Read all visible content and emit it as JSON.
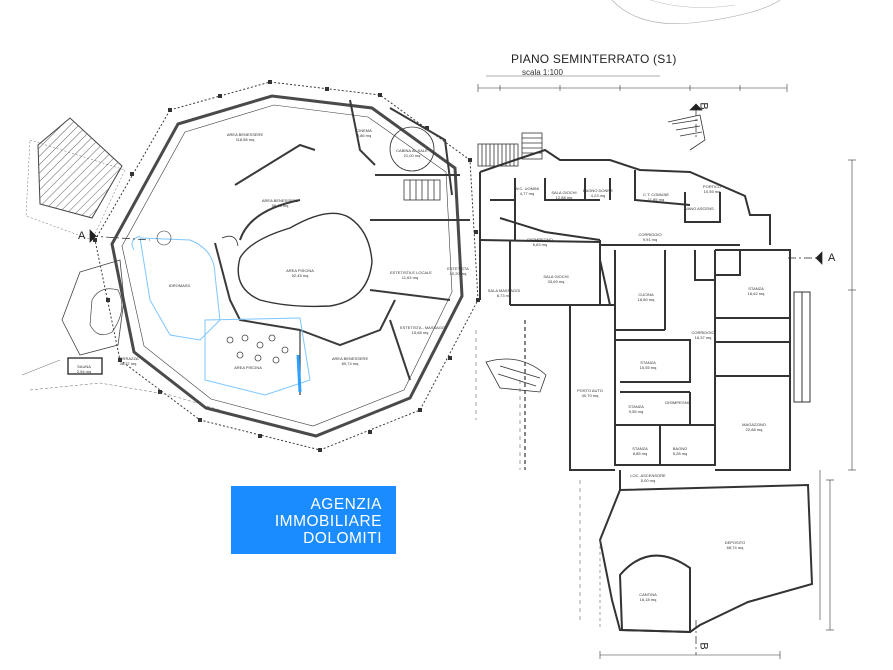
{
  "plan": {
    "title": "PIANO SEMINTERRATO (S1)",
    "scale": "scala 1:100",
    "section_a": "A",
    "section_b": "B",
    "rooms": [
      {
        "id": "area-benessere-top",
        "name": "AREA BENESSERE",
        "area": "118,58 mq"
      },
      {
        "id": "cinema",
        "name": "CINEMA",
        "area": "8,86 mq"
      },
      {
        "id": "cabina-al-sale",
        "name": "CABINA AL SALE",
        "area": "21,00 mq"
      },
      {
        "id": "area-benessere-mid",
        "name": "AREA BENESSERE",
        "area": "58,15 mq"
      },
      {
        "id": "area-piscina",
        "name": "AREA PISCINA",
        "area": "92,45 mq"
      },
      {
        "id": "idromassaggio",
        "name": "IDROMASS.",
        "area": ""
      },
      {
        "id": "area-piscina-low",
        "name": "AREA PISCINA",
        "area": ""
      },
      {
        "id": "area-benessere-low",
        "name": "AREA BENESSERE",
        "area": "89,74 mq"
      },
      {
        "id": "terrazza",
        "name": "TERRAZZA",
        "area": "38,37 mq"
      },
      {
        "id": "sauna",
        "name": "SAUNA",
        "area": "2,94 mq"
      },
      {
        "id": "estetista",
        "name": "ESTETISTA",
        "area": "10,20 mq"
      },
      {
        "id": "estetista-locale",
        "name": "ESTETISTA E LOCALE",
        "area": "11,63 mq"
      },
      {
        "id": "estetista-massaggi",
        "name": "ESTETISTA - MASSAGGI",
        "area": "15,68 mq"
      },
      {
        "id": "wc-uomini",
        "name": "W.C. UOMINI",
        "area": "4,77 mq"
      },
      {
        "id": "sala-giochi-top",
        "name": "SALA GIOCHI",
        "area": "12,88 mq"
      },
      {
        "id": "bagno-donne",
        "name": "BAGNO DONNE",
        "area": "4,23 mq"
      },
      {
        "id": "ct-comune",
        "name": "C.T. COMUNE",
        "area": "11,85 mq"
      },
      {
        "id": "portico",
        "name": "PORTICO",
        "area": "10,55 mq"
      },
      {
        "id": "vano-ascensore",
        "name": "VANO ASCENS.",
        "area": ""
      },
      {
        "id": "corridoio-top",
        "name": "CORRIDOIO",
        "area": "9,91 mq"
      },
      {
        "id": "disimpegno",
        "name": "DISIMPEGNO",
        "area": "6,83 mq"
      },
      {
        "id": "sala-giochi",
        "name": "SALA GIOCHI",
        "area": "33,69 mq"
      },
      {
        "id": "sala-massaggi",
        "name": "SALA MASSAGGI",
        "area": "8,73 mq"
      },
      {
        "id": "cucina",
        "name": "CUCINA",
        "area": "18,80 mq"
      },
      {
        "id": "stanza-1",
        "name": "STANZA",
        "area": "15,55 mq"
      },
      {
        "id": "stanza-2",
        "name": "STANZA",
        "area": "16,62 mq"
      },
      {
        "id": "stanza-3",
        "name": "STANZA",
        "area": "8,85 mq"
      },
      {
        "id": "stanza-4",
        "name": "STANZA",
        "area": "9,55 mq"
      },
      {
        "id": "corridoio-mid",
        "name": "CORRIDOIO",
        "area": "16,37 mq"
      },
      {
        "id": "posto-auto",
        "name": "POSTO AUTO",
        "area": "40,70 mq"
      },
      {
        "id": "bagno",
        "name": "BAGNO",
        "area": "5,28 mq"
      },
      {
        "id": "disimpegno-2",
        "name": "DISIMPEGNO",
        "area": ""
      },
      {
        "id": "magazzino",
        "name": "MAGAZZINO",
        "area": "22,88 mq"
      },
      {
        "id": "loc-ascensore",
        "name": "LOC. ASCENSORE",
        "area": "5,00 mq"
      },
      {
        "id": "deposito",
        "name": "DEPOSITO",
        "area": "68,74 mq"
      },
      {
        "id": "cantina",
        "name": "CANTINA",
        "area": "16,18 mq"
      }
    ]
  },
  "logo": {
    "line1": "AGENZIA",
    "line2": "IMMOBILIARE",
    "line3": "DOLOMITI",
    "background": "#1a8cff"
  },
  "colors": {
    "line": "#3a3a3a",
    "water": "#7ec6ff",
    "hatch": "#555555"
  }
}
